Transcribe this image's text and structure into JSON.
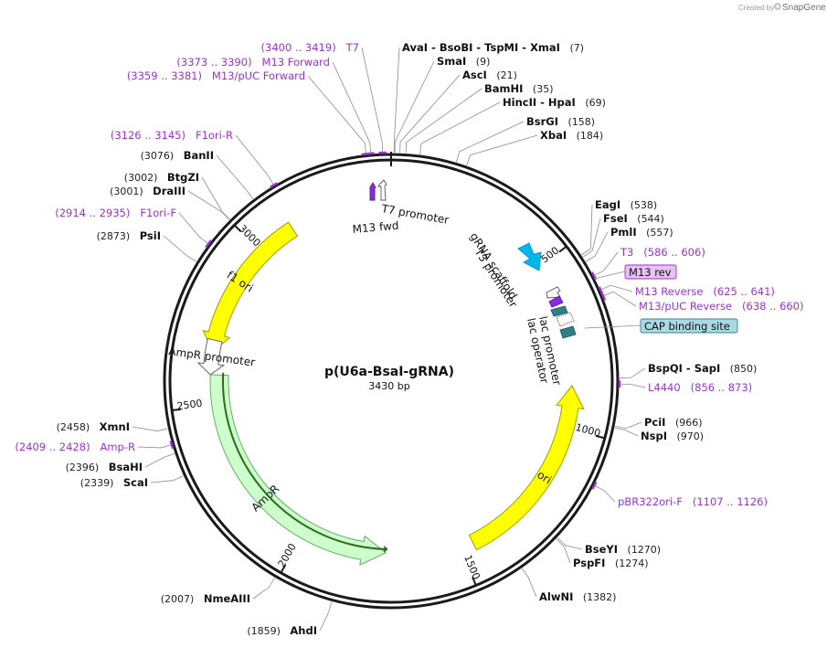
{
  "watermark": {
    "created_by": "Created by",
    "brand": "SnapGene"
  },
  "plasmid": {
    "name": "p(U6a-BsaI-gRNA)",
    "size_label": "3430 bp",
    "length": 3430
  },
  "ticks": [
    {
      "pos": 500,
      "label": "500"
    },
    {
      "pos": 1000,
      "label": "1000"
    },
    {
      "pos": 1500,
      "label": "1500"
    },
    {
      "pos": 2000,
      "label": "2000"
    },
    {
      "pos": 2500,
      "label": "2500"
    },
    {
      "pos": 3000,
      "label": "3000"
    }
  ],
  "enzyme_labels": [
    {
      "id": "avai",
      "parts": [
        {
          "t": "AvaI",
          "k": "enz"
        },
        {
          "t": " - ",
          "k": "sep"
        },
        {
          "t": "BsoBI",
          "k": "enz"
        },
        {
          "t": " - ",
          "k": "sep"
        },
        {
          "t": "TspMI",
          "k": "enz"
        },
        {
          "t": " - ",
          "k": "sep"
        },
        {
          "t": "XmaI",
          "k": "enz"
        },
        {
          "t": "   (7)",
          "k": "pos"
        }
      ],
      "site": 7
    },
    {
      "id": "smai",
      "parts": [
        {
          "t": "SmaI",
          "k": "enz"
        },
        {
          "t": "   (9)",
          "k": "pos"
        }
      ],
      "site": 9
    },
    {
      "id": "asci",
      "parts": [
        {
          "t": "AscI",
          "k": "enz"
        },
        {
          "t": "   (21)",
          "k": "pos"
        }
      ],
      "site": 21
    },
    {
      "id": "bamhi",
      "parts": [
        {
          "t": "BamHI",
          "k": "enz"
        },
        {
          "t": "   (35)",
          "k": "pos"
        }
      ],
      "site": 35
    },
    {
      "id": "hincii",
      "parts": [
        {
          "t": "HincII",
          "k": "enz"
        },
        {
          "t": " - ",
          "k": "sep"
        },
        {
          "t": "HpaI",
          "k": "enz"
        },
        {
          "t": "   (69)",
          "k": "pos"
        }
      ],
      "site": 69
    },
    {
      "id": "bsrgi",
      "parts": [
        {
          "t": "BsrGI",
          "k": "enz"
        },
        {
          "t": "   (158)",
          "k": "pos"
        }
      ],
      "site": 158
    },
    {
      "id": "xbai",
      "parts": [
        {
          "t": "XbaI",
          "k": "enz"
        },
        {
          "t": "   (184)",
          "k": "pos"
        }
      ],
      "site": 184
    },
    {
      "id": "eagi",
      "parts": [
        {
          "t": "EagI",
          "k": "enz"
        },
        {
          "t": "   (538)",
          "k": "pos"
        }
      ],
      "site": 538
    },
    {
      "id": "fsei",
      "parts": [
        {
          "t": "FseI",
          "k": "enz"
        },
        {
          "t": "   (544)",
          "k": "pos"
        }
      ],
      "site": 544
    },
    {
      "id": "pmli",
      "parts": [
        {
          "t": "PmlI",
          "k": "enz"
        },
        {
          "t": "   (557)",
          "k": "pos"
        }
      ],
      "site": 557
    },
    {
      "id": "bspqi",
      "parts": [
        {
          "t": "BspQI",
          "k": "enz"
        },
        {
          "t": " - ",
          "k": "sep"
        },
        {
          "t": "SapI",
          "k": "enz"
        },
        {
          "t": "   (850)",
          "k": "pos"
        }
      ],
      "site": 850
    },
    {
      "id": "pcii",
      "parts": [
        {
          "t": "PciI",
          "k": "enz"
        },
        {
          "t": "   (966)",
          "k": "pos"
        }
      ],
      "site": 966
    },
    {
      "id": "nspi",
      "parts": [
        {
          "t": "NspI",
          "k": "enz"
        },
        {
          "t": "   (970)",
          "k": "pos"
        }
      ],
      "site": 970
    },
    {
      "id": "bseyi",
      "parts": [
        {
          "t": "BseYI",
          "k": "enz"
        },
        {
          "t": "   (1270)",
          "k": "pos"
        }
      ],
      "site": 1270
    },
    {
      "id": "bspfi",
      "parts": [
        {
          "t": "PspFI",
          "k": "enz"
        },
        {
          "t": "   (1274)",
          "k": "pos"
        }
      ],
      "site": 1274
    },
    {
      "id": "alwni",
      "parts": [
        {
          "t": "AlwNI",
          "k": "enz"
        },
        {
          "t": "   (1382)",
          "k": "pos"
        }
      ],
      "site": 1382
    },
    {
      "id": "ahdi",
      "parts": [
        {
          "t": "(1859)   ",
          "k": "pos"
        },
        {
          "t": "AhdI",
          "k": "enz"
        }
      ],
      "site": 1859
    },
    {
      "id": "nmeaiii",
      "parts": [
        {
          "t": "(2007)   ",
          "k": "pos"
        },
        {
          "t": "NmeAIII",
          "k": "enz"
        }
      ],
      "site": 2007
    },
    {
      "id": "scai",
      "parts": [
        {
          "t": "(2339)   ",
          "k": "pos"
        },
        {
          "t": "ScaI",
          "k": "enz"
        }
      ],
      "site": 2339
    },
    {
      "id": "bsahi",
      "parts": [
        {
          "t": "(2396)   ",
          "k": "pos"
        },
        {
          "t": "BsaHI",
          "k": "enz"
        }
      ],
      "site": 2396
    },
    {
      "id": "xmni",
      "parts": [
        {
          "t": "(2458)   ",
          "k": "pos"
        },
        {
          "t": "XmnI",
          "k": "enz"
        }
      ],
      "site": 2458
    },
    {
      "id": "psii",
      "parts": [
        {
          "t": "(2873)   ",
          "k": "pos"
        },
        {
          "t": "PsiI",
          "k": "enz"
        }
      ],
      "site": 2873
    },
    {
      "id": "draiii",
      "parts": [
        {
          "t": "(3001)   ",
          "k": "pos"
        },
        {
          "t": "DraIII",
          "k": "enz"
        }
      ],
      "site": 3001
    },
    {
      "id": "btgzi",
      "parts": [
        {
          "t": "(3002)   ",
          "k": "pos"
        },
        {
          "t": "BtgZI",
          "k": "enz"
        }
      ],
      "site": 3002
    },
    {
      "id": "banii",
      "parts": [
        {
          "t": "(3076)   ",
          "k": "pos"
        },
        {
          "t": "BanII",
          "k": "enz"
        }
      ],
      "site": 3076
    }
  ],
  "primer_labels": [
    {
      "id": "t7",
      "parts": [
        {
          "t": "(3400 .. 3419)",
          "k": "pos"
        },
        {
          "t": "   T7",
          "k": "name"
        }
      ],
      "start": 3400,
      "end": 3419
    },
    {
      "id": "m13fwd",
      "parts": [
        {
          "t": "(3373 .. 3390)",
          "k": "pos"
        },
        {
          "t": "   M13 Forward",
          "k": "name"
        }
      ],
      "start": 3373,
      "end": 3390
    },
    {
      "id": "m13puc",
      "parts": [
        {
          "t": "(3359 .. 3381)",
          "k": "pos"
        },
        {
          "t": "   M13/pUC Forward",
          "k": "name"
        }
      ],
      "start": 3359,
      "end": 3381
    },
    {
      "id": "f1orir",
      "parts": [
        {
          "t": "(3126 .. 3145)",
          "k": "pos"
        },
        {
          "t": "   F1ori-R",
          "k": "name"
        }
      ],
      "start": 3126,
      "end": 3145
    },
    {
      "id": "f1orif",
      "parts": [
        {
          "t": "(2914 .. 2935)",
          "k": "pos"
        },
        {
          "t": "   F1ori-F",
          "k": "name"
        }
      ],
      "start": 2914,
      "end": 2935
    },
    {
      "id": "ampr",
      "parts": [
        {
          "t": "(2409 .. 2428)",
          "k": "pos"
        },
        {
          "t": "   Amp-R",
          "k": "name"
        }
      ],
      "start": 2409,
      "end": 2428
    },
    {
      "id": "t3",
      "parts": [
        {
          "t": "T3",
          "k": "name"
        },
        {
          "t": "   (586 .. 606)",
          "k": "pos"
        }
      ],
      "start": 586,
      "end": 606
    },
    {
      "id": "m13rev",
      "parts": [
        {
          "t": "M13 Reverse",
          "k": "name"
        },
        {
          "t": "   (625 .. 641)",
          "k": "pos"
        }
      ],
      "start": 625,
      "end": 641
    },
    {
      "id": "m13pucrev",
      "parts": [
        {
          "t": "M13/pUC Reverse",
          "k": "name"
        },
        {
          "t": "   (638 .. 660)",
          "k": "pos"
        }
      ],
      "start": 638,
      "end": 660
    },
    {
      "id": "l4440",
      "parts": [
        {
          "t": "L4440",
          "k": "name"
        },
        {
          "t": "   (856 .. 873)",
          "k": "pos"
        }
      ],
      "start": 856,
      "end": 873
    },
    {
      "id": "pbr322",
      "parts": [
        {
          "t": "pBR322ori-F",
          "k": "name"
        },
        {
          "t": "   (1107 .. 1126)",
          "k": "pos"
        }
      ],
      "start": 1107,
      "end": 1126
    }
  ],
  "boxed_labels": [
    {
      "id": "m13rev-box",
      "text": "M13 rev",
      "fill": "#e4c2f2",
      "stroke": "#9a33cc"
    },
    {
      "id": "cap-box",
      "text": "CAP binding site",
      "fill": "#a9d9e3",
      "stroke": "#3f7f90"
    }
  ],
  "features": [
    {
      "id": "f1-ori",
      "label": "f1 ori",
      "start": 3117,
      "end": 2661,
      "color": "#ffff00",
      "stroke": "#9e9e00"
    },
    {
      "id": "ori",
      "label": "ori",
      "start": 1459,
      "end": 871,
      "color": "#ffff00",
      "stroke": "#9e9e00"
    },
    {
      "id": "ampr",
      "label": "AmpR",
      "start": 2592,
      "end": 1732,
      "color": "#ccffcc",
      "stroke": "#6aaa6a"
    },
    {
      "id": "ampr-promoter",
      "label": "AmpR promoter",
      "start": 2697,
      "end": 2592,
      "color": "#ffffff",
      "stroke": "#666666"
    }
  ],
  "small_features": [
    {
      "id": "t7-promoter",
      "label": "T7 promoter"
    },
    {
      "id": "m13-fwd",
      "label": "M13 fwd"
    },
    {
      "id": "grna-scaffold",
      "label": "gRNA scaffold"
    },
    {
      "id": "t3-promoter",
      "label": "T3 promoter"
    },
    {
      "id": "lac-promoter",
      "label": "lac promoter"
    },
    {
      "id": "lac-operator",
      "label": "lac operator"
    }
  ],
  "colors": {
    "backbone": "#1a1a1a",
    "primer": "#9a33cc",
    "grna": "#00b7eb",
    "lac_operator": "#2e7f86"
  }
}
